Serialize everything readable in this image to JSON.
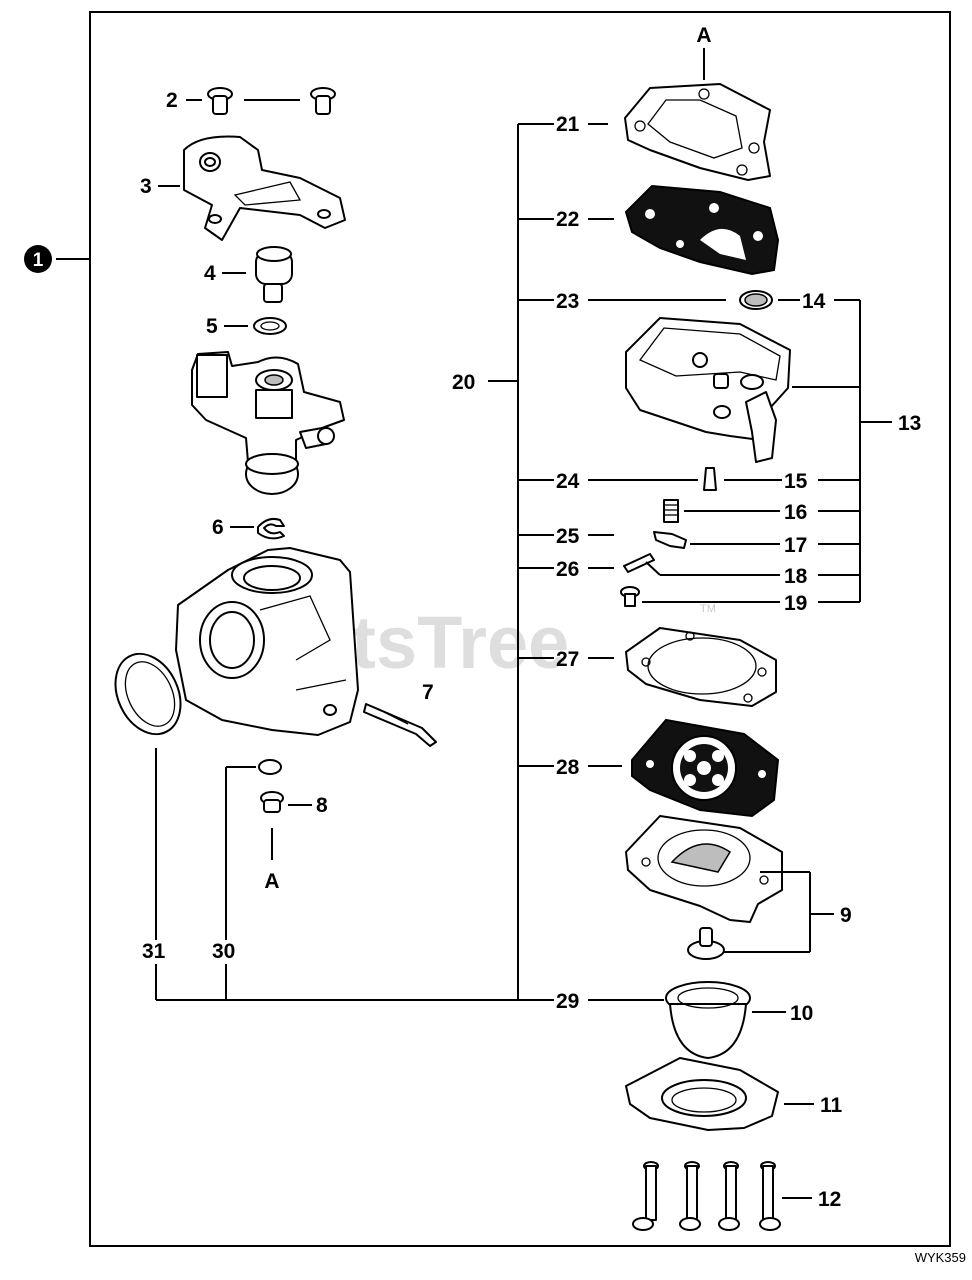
{
  "diagram": {
    "main_ref": "1",
    "reference_letter": "A",
    "callouts": {
      "c2": "2",
      "c3": "3",
      "c4": "4",
      "c5": "5",
      "c6": "6",
      "c7": "7",
      "c8": "8",
      "c9": "9",
      "c10": "10",
      "c11": "11",
      "c12": "12",
      "c13": "13",
      "c14": "14",
      "c15": "15",
      "c16": "16",
      "c17": "17",
      "c18": "18",
      "c19": "19",
      "c20": "20",
      "c21": "21",
      "c22": "22",
      "c23": "23",
      "c24": "24",
      "c25": "25",
      "c26": "26",
      "c27": "27",
      "c28": "28",
      "c29": "29",
      "c30": "30",
      "c31": "31"
    },
    "watermark": "PartsTree",
    "trademark": "TM",
    "drawing_code": "WYK359"
  }
}
